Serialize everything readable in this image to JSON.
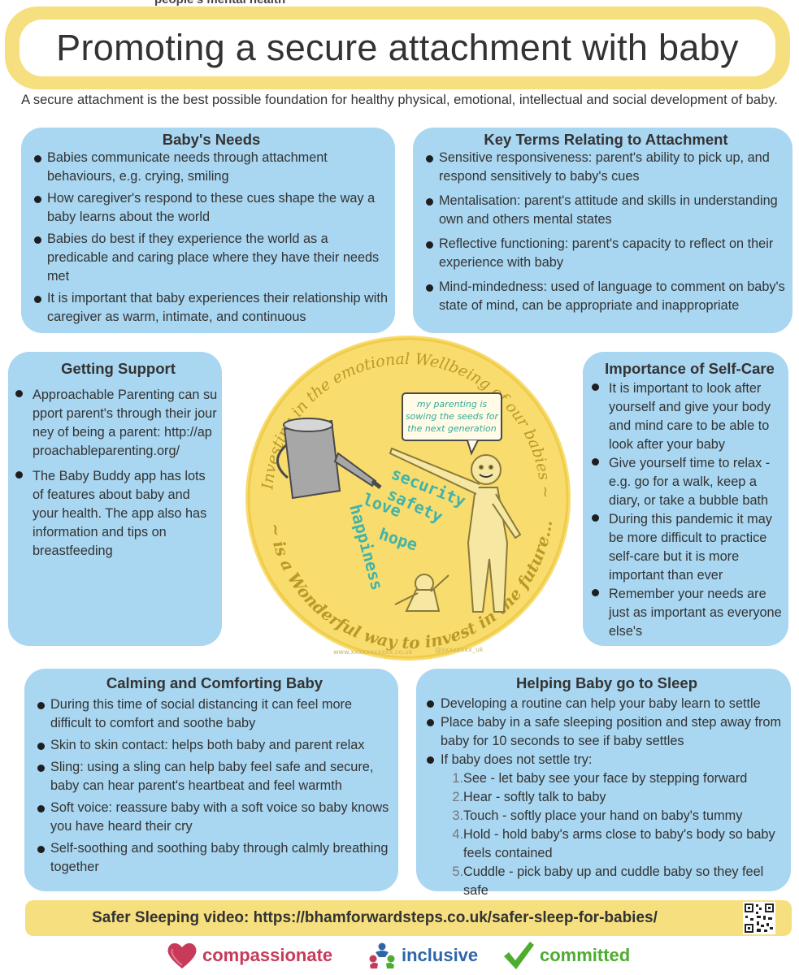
{
  "top_cut_text": "people's mental health",
  "title": "Promoting a secure attachment with baby",
  "intro": "A secure attachment is the best possible foundation for healthy physical, emotional, intellectual and social development of baby.",
  "colors": {
    "panel_blue": "#a9d6f0",
    "title_yellow": "#f6df7e",
    "illustration_gold": "#f8dc6e",
    "text_teal": "#43b3a8",
    "heart_red": "#c73a5a",
    "inclusive_blue": "#2e66a8",
    "committed_green": "#4cad2f"
  },
  "babys_needs": {
    "heading": "Baby's Needs",
    "items": [
      "Babies communicate needs through attachment behaviours, e.g. crying, smiling",
      "How caregiver's respond to these cues shape the way a baby learns about the world",
      "Babies do best if they experience the world as a predicable and caring place where they have their needs met",
      "It is important that baby experiences their relationship with caregiver as warm, intimate, and continuous"
    ]
  },
  "key_terms": {
    "heading": "Key Terms Relating to Attachment",
    "items": [
      "Sensitive responsiveness: parent's ability to pick up, and respond sensitively to baby's cues",
      "Mentalisation: parent's attitude and skills in understanding own and others mental states",
      "Reflective functioning: parent's capacity to reflect on their experience with baby",
      "Mind-mindedness: used of language to comment on baby's state of mind, can be appropriate and inappropriate"
    ]
  },
  "getting_support": {
    "heading": "Getting Support",
    "items": [
      "Approachable Parenting can support parent's through their journey of being a parent: http://approachableparenting.org/",
      "The Baby Buddy app has lots of features about baby and your health. The app also has information and tips on breastfeeding"
    ]
  },
  "self_care": {
    "heading": "Importance of Self-Care",
    "items": [
      "It is important to look after yourself and give your body and mind care to be able to look after your baby",
      "Give yourself time to relax - e.g. go for a walk, keep a diary, or take a bubble bath",
      "During this pandemic it may be more difficult to practice self-care but it is more important than ever",
      "Remember your needs are just as important as everyone else's"
    ]
  },
  "illustration": {
    "arc_top": "Investing in the emotional Wellbeing of our babies ~",
    "arc_bottom": "~ is a Wonderful way to invest in the future...",
    "speech": [
      "my parenting is",
      "sowing the seeds for",
      "the next generation"
    ],
    "words": [
      "security",
      "safety",
      "love",
      "hope",
      "happiness"
    ],
    "credit_left": "www.xxxxxxxxxxx.co.uk",
    "credit_right": "@xxxxxxxx_uk"
  },
  "calming": {
    "heading": "Calming and Comforting Baby",
    "items": [
      "During this time of social distancing it can feel more difficult to comfort and soothe baby",
      "Skin to skin contact: helps both baby and parent relax",
      "Sling: using a sling can help baby feel safe and secure, baby can hear parent's heartbeat and feel warmth",
      "Soft voice: reassure baby with a soft voice so baby knows you have heard their cry",
      "Self-soothing and soothing baby through calmly breathing together"
    ]
  },
  "sleep": {
    "heading": "Helping Baby go to Sleep",
    "items": [
      "Developing a routine can help your baby learn to settle",
      "Place baby in a safe sleeping position and step away from baby for 10 seconds to see if baby settles",
      "If baby does not settle try:"
    ],
    "steps": [
      {
        "num": "1.",
        "text": "See - let baby see your face by stepping forward"
      },
      {
        "num": "2.",
        "text": "Hear - softly talk to baby"
      },
      {
        "num": "3.",
        "text": "Touch - softly place your hand on baby's tummy"
      },
      {
        "num": "4.",
        "text": "Hold - hold baby's arms close to baby's body so baby feels contained"
      },
      {
        "num": "5.",
        "text": "Cuddle - pick baby up and cuddle baby so they feel safe"
      }
    ]
  },
  "video": {
    "text": "Safer Sleeping video: https://bhamforwardsteps.co.uk/safer-sleep-for-babies/"
  },
  "values": [
    {
      "label": "compassionate",
      "icon": "heart-icon"
    },
    {
      "label": "inclusive",
      "icon": "people-circle-icon"
    },
    {
      "label": "committed",
      "icon": "check-icon"
    }
  ]
}
